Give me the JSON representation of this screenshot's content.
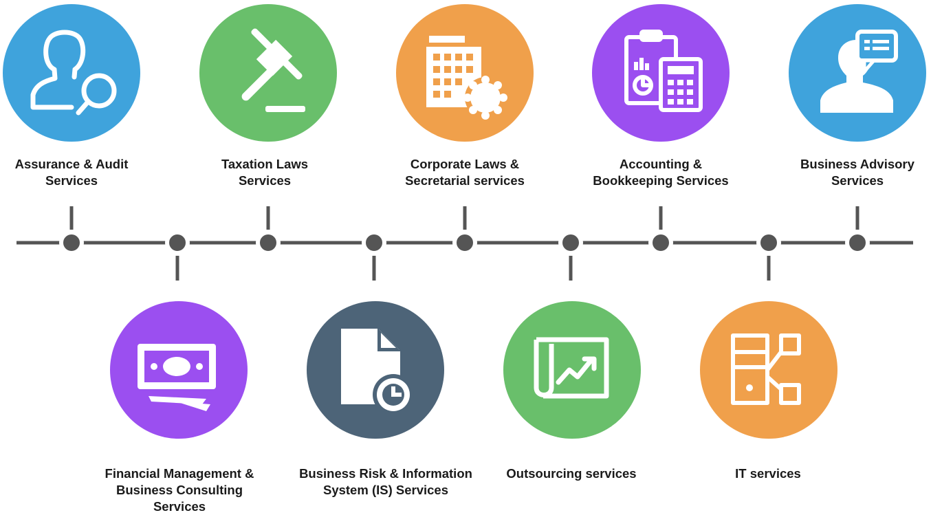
{
  "colors": {
    "blue": "#3fa3dc",
    "green": "#69bf6b",
    "orange": "#f0a04b",
    "purple": "#9b4ff0",
    "slate": "#4d6478",
    "line": "#555555"
  },
  "services_top": [
    {
      "label": "Assurance & Audit\nServices",
      "icon": "audit-magnifier-icon",
      "color": "#3fa3dc"
    },
    {
      "label": "Taxation Laws\nServices",
      "icon": "gavel-icon",
      "color": "#69bf6b"
    },
    {
      "label": "Corporate Laws &\nSecretarial services",
      "icon": "building-gear-icon",
      "color": "#f0a04b"
    },
    {
      "label": "Accounting &\nBookkeeping Services",
      "icon": "clipboard-calculator-icon",
      "color": "#9b4ff0"
    },
    {
      "label": "Business Advisory\nServices",
      "icon": "advisor-speech-icon",
      "color": "#3fa3dc"
    }
  ],
  "services_bottom": [
    {
      "label": "Financial Management &\nBusiness Consulting\nServices",
      "icon": "money-bill-icon",
      "color": "#9b4ff0"
    },
    {
      "label": "Business Risk & Information\nSystem (IS) Services",
      "icon": "document-clock-icon",
      "color": "#4d6478"
    },
    {
      "label": "Outsourcing services",
      "icon": "chart-scroll-icon",
      "color": "#69bf6b"
    },
    {
      "label": "IT services",
      "icon": "server-network-icon",
      "color": "#f0a04b"
    }
  ]
}
